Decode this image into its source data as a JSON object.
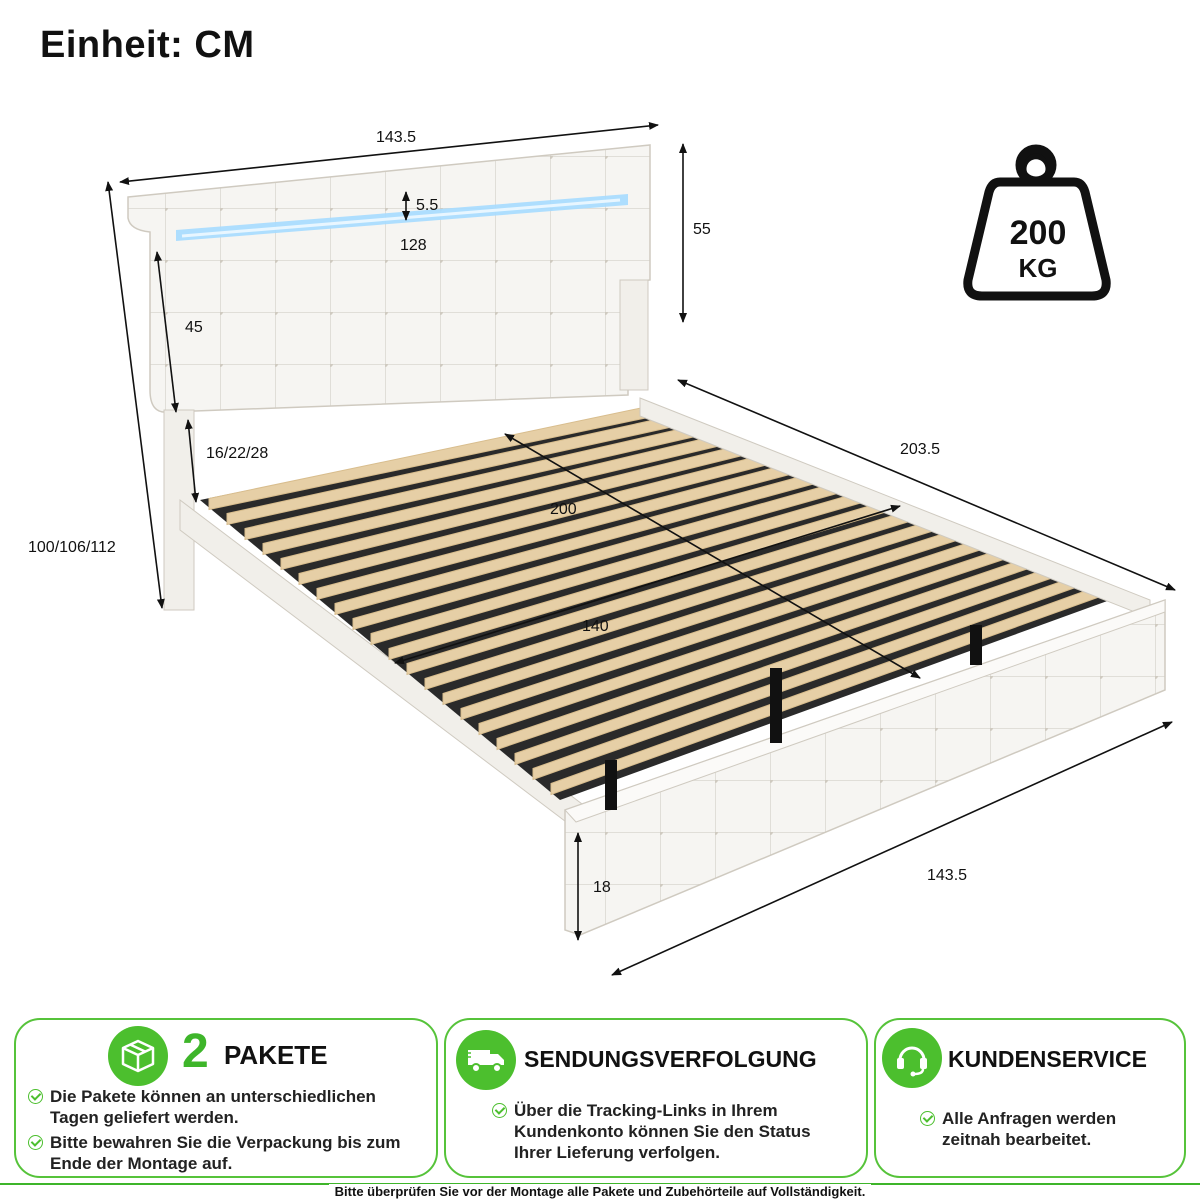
{
  "header": {
    "unit": "Einheit: CM"
  },
  "dimensions": {
    "headboard_width": "143.5",
    "light_strip_height": "5.5",
    "light_strip_width": "128",
    "headboard_height": "55",
    "headboard_panel_height": "45",
    "leg_heights": "16/22/28",
    "total_heights": "100/106/112",
    "total_length": "203.5",
    "slat_length": "200",
    "slat_width": "140",
    "frame_height": "18",
    "footboard_width": "143.5"
  },
  "weight": {
    "value": "200",
    "unit": "KG"
  },
  "panels": {
    "packages": {
      "count": "2",
      "title": "PAKETE",
      "icon": "package-icon",
      "bullets": [
        "Die Pakete können an unterschiedlichen Tagen geliefert werden.",
        "Bitte bewahren Sie die Verpackung bis zum Ende der Montage auf."
      ]
    },
    "tracking": {
      "title": "SENDUNGSVERFOLGUNG",
      "icon": "truck-icon",
      "bullets": [
        "Über die Tracking-Links in Ihrem Kundenkonto können Sie den Status Ihrer Lieferung verfolgen."
      ]
    },
    "service": {
      "title": "KUNDENSERVICE",
      "icon": "headset-icon",
      "bullets": [
        "Alle Anfragen werden zeitnah bearbeitet."
      ]
    }
  },
  "footer": {
    "note": "Bitte überprüfen Sie vor der Montage alle Pakete und Zubehörteile auf Vollständigkeit."
  },
  "colors": {
    "accent_green": "#4cbf2e",
    "frame_white": "#f4f2ee",
    "slat_wood": "#e6cfa6",
    "led_blue": "#8fd0ff"
  }
}
